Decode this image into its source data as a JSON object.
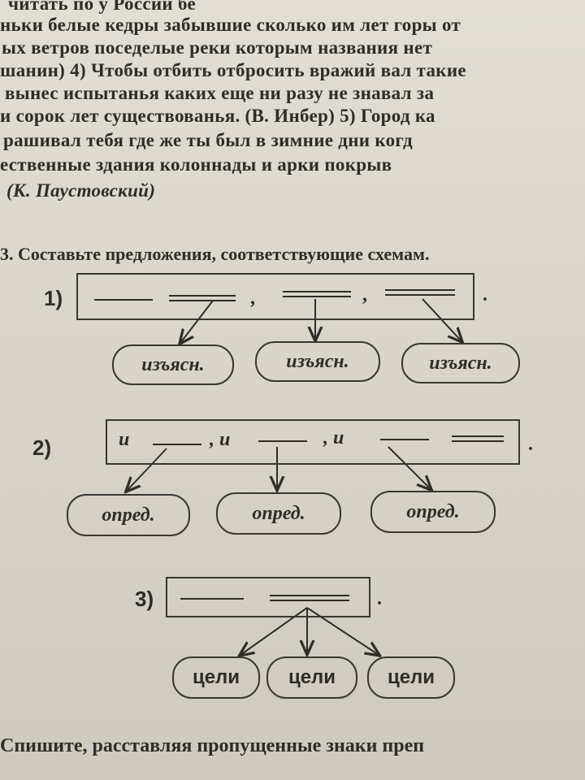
{
  "text_lines": [
    "читать по                                                   у России бе",
    "ньки белые кедры забывшие сколько им лет горы от",
    "ых ветров поседелые реки которым названия нет",
    "шанин) 4) Чтобы отбить отбросить вражий вал такие",
    "вынес испытанья каких еще ни разу не знавал за",
    "и сорок лет существованья. (В. Инбер) 5) Город ка",
    "рашивал тебя где же ты был в зимние дни когд",
    "ественные здания колоннады и арки покрыв",
    "(К. Паустовский)"
  ],
  "exercise_heading": "3. Составьте предложения, соответствующие схемам.",
  "scheme1": {
    "number": "1)",
    "labels": [
      "изъясн.",
      "изъясн.",
      "изъясн."
    ]
  },
  "scheme2": {
    "number": "2)",
    "conj": [
      "и",
      ", и",
      ", и"
    ],
    "labels": [
      "опред.",
      "опред.",
      "опред."
    ]
  },
  "scheme3": {
    "number": "3)",
    "labels": [
      "цели",
      "цели",
      "цели"
    ]
  },
  "punct": {
    "comma": ",",
    "period": "."
  },
  "footer_line": "Спишите, расставляя пропущенные знаки преп"
}
